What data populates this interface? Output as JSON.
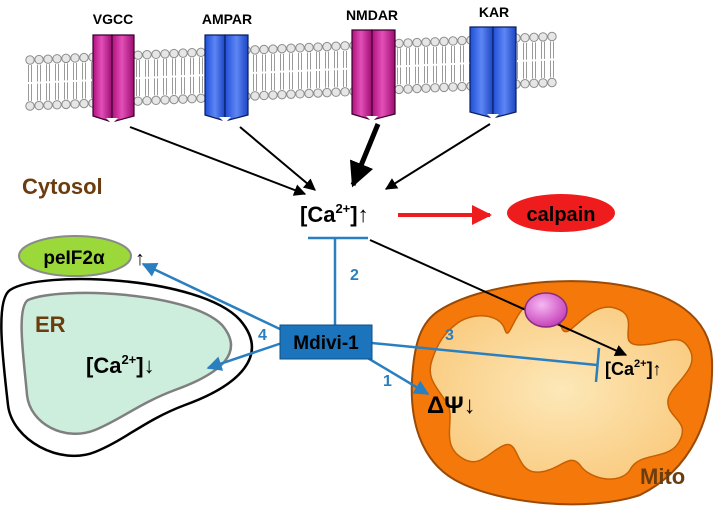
{
  "channels": {
    "vgcc": "VGCC",
    "ampar": "AMPAR",
    "nmdar": "NMDAR",
    "kar": "KAR"
  },
  "compartments": {
    "cytosol": "Cytosol",
    "er": "ER",
    "mito": "Mito"
  },
  "nodes": {
    "ca_cytosol": {
      "base": "[Ca",
      "sup": "2+",
      "tail": "]↑"
    },
    "calpain": "calpain",
    "peif2a": {
      "main": "peIF2α",
      "arrow": "↑"
    },
    "mdivi": "Mdivi-1",
    "ca_er": {
      "base": "[Ca",
      "sup": "2+",
      "tail": "]↓"
    },
    "ca_mito": {
      "base": "[Ca",
      "sup": "2+",
      "tail": "]↑"
    },
    "delta_psi": "ΔΨ↓"
  },
  "edge_labels": {
    "one": "1",
    "two": "2",
    "three": "3",
    "four": "4"
  },
  "colors": {
    "vgcc": "#c0168f",
    "receptor_blue": "#2f5fe8",
    "mdivi_box": "#1c75bc",
    "inhibit_line": "#2a7fc0",
    "calpain": "#ee1c1c",
    "peif2a": "#9bd93a",
    "er_fill": "#cdeedd",
    "mito_outer": "#f5790a",
    "mito_inner": "#fbd79b",
    "uniporter": "#e060d8",
    "cytosol_text": "#6b3d0e",
    "mito_text": "#6b3d0e"
  }
}
